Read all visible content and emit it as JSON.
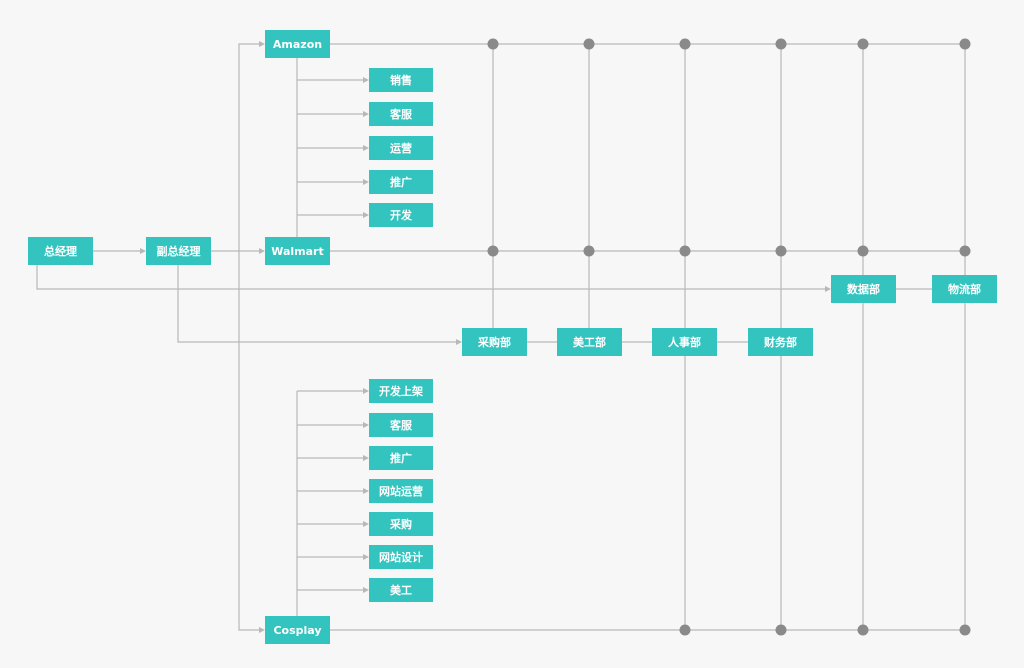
{
  "nodes": {
    "gm": "总经理",
    "vgm": "副总经理",
    "amazon": "Amazon",
    "walmart": "Walmart",
    "cosplay": "Cosplay",
    "a_sales": "销售",
    "a_cs": "客服",
    "a_ops": "运营",
    "a_promo": "推广",
    "a_dev": "开发",
    "c_dev": "开发上架",
    "c_cs": "客服",
    "c_promo": "推广",
    "c_webops": "网站运营",
    "c_purchase": "采购",
    "c_webdesign": "网站设计",
    "c_art": "美工",
    "purchase": "采购部",
    "art": "美工部",
    "hr": "人事部",
    "finance": "财务部",
    "data": "数据部",
    "logistics": "物流部"
  },
  "colors": {
    "node": "#33c4bf",
    "line": "#b8b8b8",
    "dot": "#8a8a8a",
    "background": "#f7f7f7"
  }
}
